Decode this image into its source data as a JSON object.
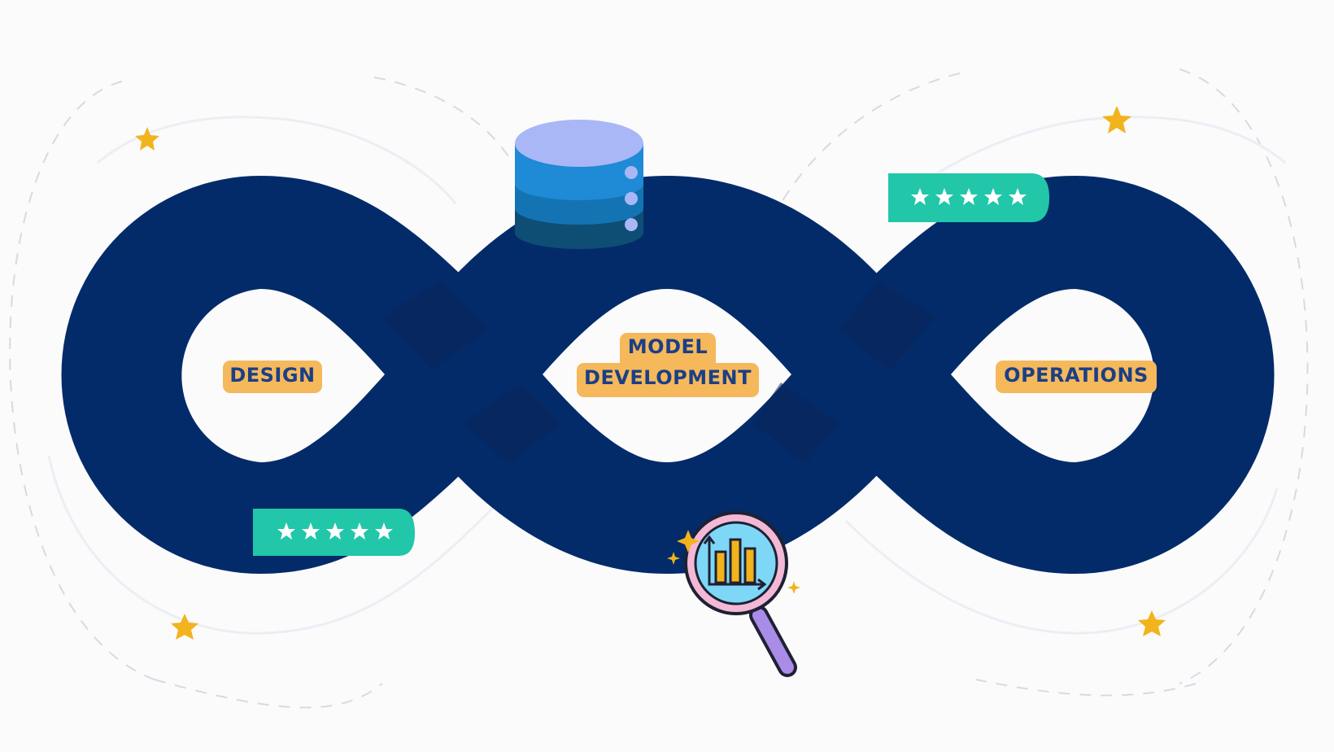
{
  "stages": {
    "design": "DESIGN",
    "model_line1": "MODEL",
    "model_line2": "DEVELOPMENT",
    "operations": "OPERATIONS"
  },
  "rating_badges": [
    {
      "stars": 5,
      "icon": "five-star-rating-icon"
    },
    {
      "stars": 5,
      "icon": "five-star-rating-icon"
    }
  ],
  "icons": [
    "database-icon",
    "magnifier-chart-icon",
    "star-icon"
  ],
  "colors": {
    "loop": "#032b69",
    "label_bg": "#f5b85b",
    "label_text": "#1b3f86",
    "badge": "#21c7a8",
    "star": "#f2b31c",
    "db_top": "#a9b7f7",
    "db_layer1": "#1f8ad6",
    "db_layer2": "#1474b3",
    "db_layer3": "#0e4e74",
    "magnifier_lens": "#7ed7f7",
    "magnifier_handle": "#a98be8"
  }
}
